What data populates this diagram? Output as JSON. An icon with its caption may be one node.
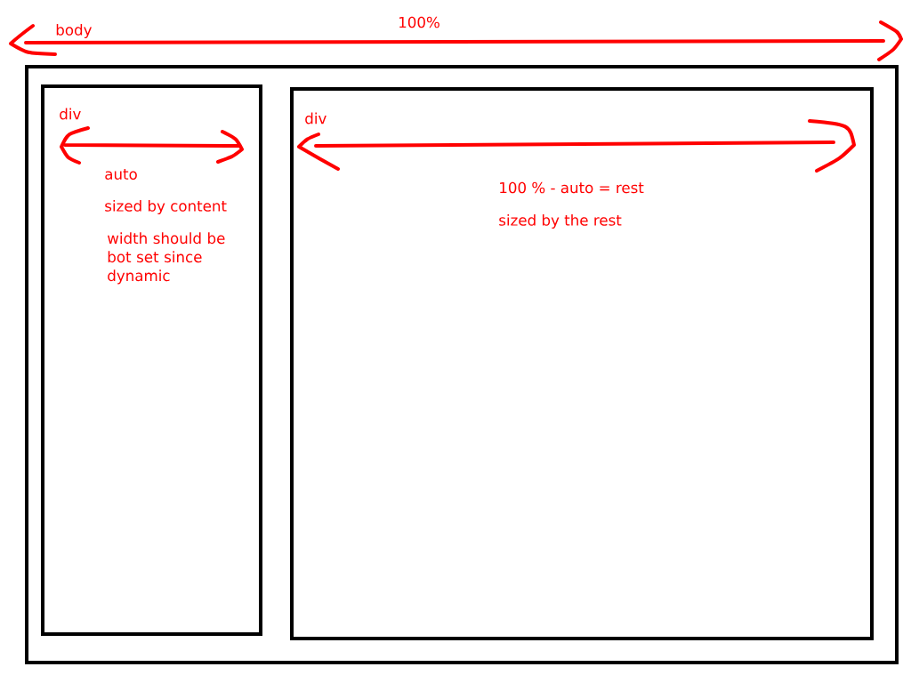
{
  "diagram": {
    "nodes": [
      {
        "text": [
          "body"
        ]
      },
      {
        "text": [
          "div",
          "auto",
          "sized by content",
          "width should be bot set since dynamic"
        ],
        "in": 0
      },
      {
        "text": [
          "div",
          "100 % - auto = rest",
          "sized by the rest"
        ],
        "in": 0
      }
    ],
    "labels": [
      "100%"
    ]
  }
}
